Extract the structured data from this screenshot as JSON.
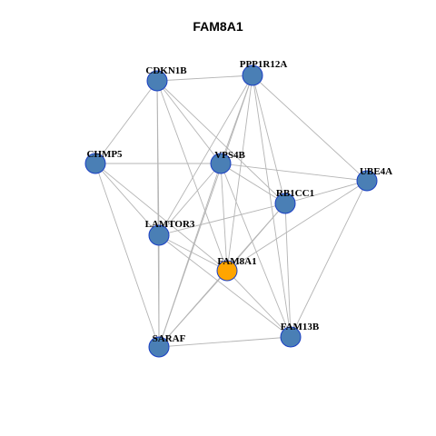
{
  "title": "FAM8A1",
  "colors": {
    "node_default": "#4a7fb5",
    "node_focus": "#ffa500",
    "node_border": "#1a3fc4",
    "edge": "#b4b4b4"
  },
  "nodes": [
    {
      "id": "FAM8A1",
      "label": "FAM8A1",
      "focus": true
    },
    {
      "id": "PPP1R12A",
      "label": "PPP1R12A",
      "focus": false
    },
    {
      "id": "CDKN1B",
      "label": "CDKN1B",
      "focus": false
    },
    {
      "id": "CHMP5",
      "label": "CHMP5",
      "focus": false
    },
    {
      "id": "VPS4B",
      "label": "VPS4B",
      "focus": false
    },
    {
      "id": "UBE4A",
      "label": "UBE4A",
      "focus": false
    },
    {
      "id": "RB1CC1",
      "label": "RB1CC1",
      "focus": false
    },
    {
      "id": "LAMTOR3",
      "label": "LAMTOR3",
      "focus": false
    },
    {
      "id": "FAM13B",
      "label": "FAM13B",
      "focus": false
    },
    {
      "id": "SARAF",
      "label": "SARAF",
      "focus": false
    }
  ],
  "edges": [
    [
      "CDKN1B",
      "PPP1R12A"
    ],
    [
      "CDKN1B",
      "VPS4B"
    ],
    [
      "CDKN1B",
      "LAMTOR3"
    ],
    [
      "CDKN1B",
      "FAM8A1"
    ],
    [
      "CDKN1B",
      "SARAF"
    ],
    [
      "CDKN1B",
      "RB1CC1"
    ],
    [
      "CDKN1B",
      "CHMP5"
    ],
    [
      "PPP1R12A",
      "UBE4A"
    ],
    [
      "PPP1R12A",
      "VPS4B"
    ],
    [
      "PPP1R12A",
      "RB1CC1"
    ],
    [
      "PPP1R12A",
      "LAMTOR3"
    ],
    [
      "PPP1R12A",
      "FAM8A1"
    ],
    [
      "PPP1R12A",
      "FAM13B"
    ],
    [
      "PPP1R12A",
      "SARAF"
    ],
    [
      "CHMP5",
      "VPS4B"
    ],
    [
      "CHMP5",
      "LAMTOR3"
    ],
    [
      "CHMP5",
      "FAM8A1"
    ],
    [
      "CHMP5",
      "SARAF"
    ],
    [
      "VPS4B",
      "UBE4A"
    ],
    [
      "VPS4B",
      "RB1CC1"
    ],
    [
      "VPS4B",
      "LAMTOR3"
    ],
    [
      "VPS4B",
      "FAM8A1"
    ],
    [
      "VPS4B",
      "FAM13B"
    ],
    [
      "VPS4B",
      "SARAF"
    ],
    [
      "UBE4A",
      "RB1CC1"
    ],
    [
      "UBE4A",
      "FAM8A1"
    ],
    [
      "UBE4A",
      "FAM13B"
    ],
    [
      "RB1CC1",
      "LAMTOR3"
    ],
    [
      "RB1CC1",
      "FAM8A1"
    ],
    [
      "RB1CC1",
      "FAM13B"
    ],
    [
      "RB1CC1",
      "SARAF"
    ],
    [
      "LAMTOR3",
      "FAM8A1"
    ],
    [
      "LAMTOR3",
      "FAM13B"
    ],
    [
      "LAMTOR3",
      "SARAF"
    ],
    [
      "FAM8A1",
      "FAM13B"
    ],
    [
      "FAM8A1",
      "SARAF"
    ],
    [
      "FAM13B",
      "SARAF"
    ]
  ]
}
